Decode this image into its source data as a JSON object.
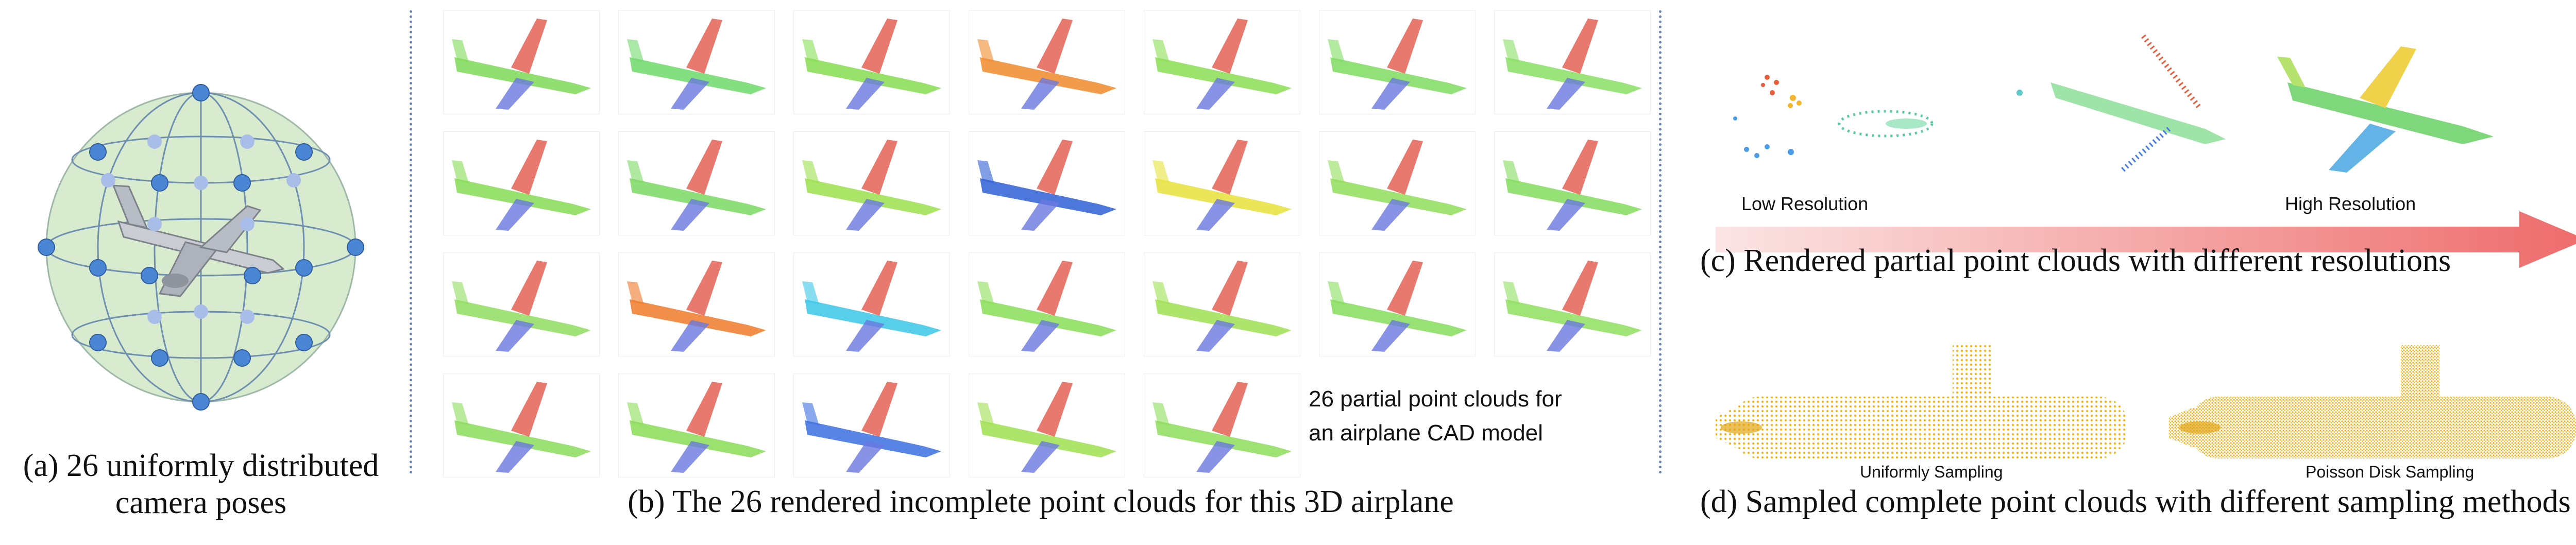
{
  "panel_a": {
    "caption_line1": "(a) 26 uniformly distributed",
    "caption_line2": "camera poses",
    "camera_pose_count": 26
  },
  "panel_b": {
    "caption": "(b) The 26 rendered incomplete point clouds for this 3D airplane",
    "note_line1": "26 partial point clouds for",
    "note_line2": "an airplane CAD model",
    "cells": [
      {
        "view": "view-01",
        "color": "#7ed957"
      },
      {
        "view": "view-02",
        "color": "#6fd96b"
      },
      {
        "view": "view-03",
        "color": "#86dd52"
      },
      {
        "view": "view-04",
        "color": "#f08a2c"
      },
      {
        "view": "view-05",
        "color": "#8bde55"
      },
      {
        "view": "view-06",
        "color": "#7fdc60"
      },
      {
        "view": "view-07",
        "color": "#89df64"
      },
      {
        "view": "view-08",
        "color": "#86dc55"
      },
      {
        "view": "view-09",
        "color": "#7ad962"
      },
      {
        "view": "view-10",
        "color": "#9ce04e"
      },
      {
        "view": "view-11",
        "color": "#2f5fd6"
      },
      {
        "view": "view-12",
        "color": "#e6e23a"
      },
      {
        "view": "view-13",
        "color": "#8fde5a"
      },
      {
        "view": "view-14",
        "color": "#84dc5d"
      },
      {
        "view": "view-15",
        "color": "#8fdd60"
      },
      {
        "view": "view-16",
        "color": "#ee7a2a"
      },
      {
        "view": "view-17",
        "color": "#39c6e6"
      },
      {
        "view": "view-18",
        "color": "#8ade58"
      },
      {
        "view": "view-19",
        "color": "#9fe052"
      },
      {
        "view": "view-20",
        "color": "#86dc5c"
      },
      {
        "view": "view-21",
        "color": "#8fdf5f"
      },
      {
        "view": "view-22",
        "color": "#8adc5a"
      },
      {
        "view": "view-23",
        "color": "#88dc56"
      },
      {
        "view": "view-24",
        "color": "#3a6fe0"
      },
      {
        "view": "view-25",
        "color": "#9ee04f"
      },
      {
        "view": "view-26",
        "color": "#8cdd5a"
      }
    ]
  },
  "panel_c": {
    "label_low": "Low Resolution",
    "label_high": "High Resolution",
    "caption": "(c) Rendered partial point clouds with different resolutions"
  },
  "panel_d": {
    "label_uniform": "Uniformly Sampling",
    "label_poisson": "Poisson Disk Sampling",
    "caption": "(d) Sampled complete point clouds with different sampling methods",
    "cloud_color": "#f2b51d"
  },
  "colors": {
    "sphere_fill": "#d8ebcf",
    "sphere_node": "#4a86d4",
    "sphere_node_back": "#a9bde9",
    "arrow_start": "#fbe5e5",
    "arrow_end": "#ee6b6b",
    "divider": "#6a86b8"
  }
}
